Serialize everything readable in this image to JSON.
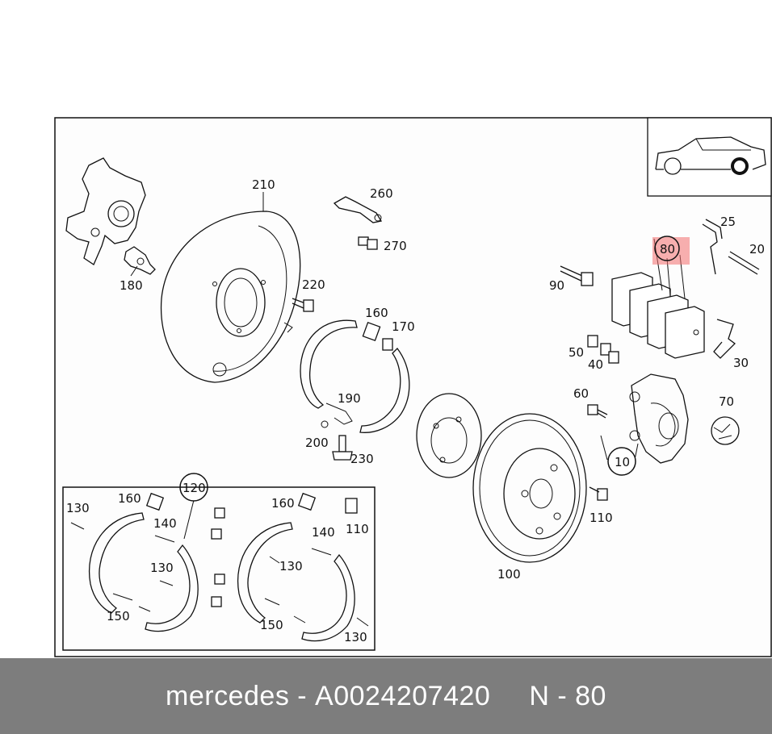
{
  "footer": {
    "make": "mercedes",
    "separator": "-",
    "part_number": "A0024207420",
    "position_prefix": "N",
    "position_separator": "-",
    "position_number": "80"
  },
  "diagram": {
    "highlight_color": "#f26d6d",
    "callouts": {
      "c210": "210",
      "c260": "260",
      "c270": "270",
      "c180": "180",
      "c220": "220",
      "c160": "160",
      "c170": "170",
      "c190": "190",
      "c200": "200",
      "c230": "230",
      "c25": "25",
      "c20": "20",
      "c80": "80",
      "c90": "90",
      "c50": "50",
      "c40": "40",
      "c30": "30",
      "c60": "60",
      "c70": "70",
      "c10": "10",
      "c110": "110",
      "c100": "100",
      "c120": "120",
      "k130a": "130",
      "k160a": "160",
      "k140a": "140",
      "k130b": "130",
      "k150a": "150",
      "k160b": "160",
      "k110": "110",
      "k140b": "140",
      "k130c": "130",
      "k150b": "150",
      "k130d": "130"
    }
  }
}
